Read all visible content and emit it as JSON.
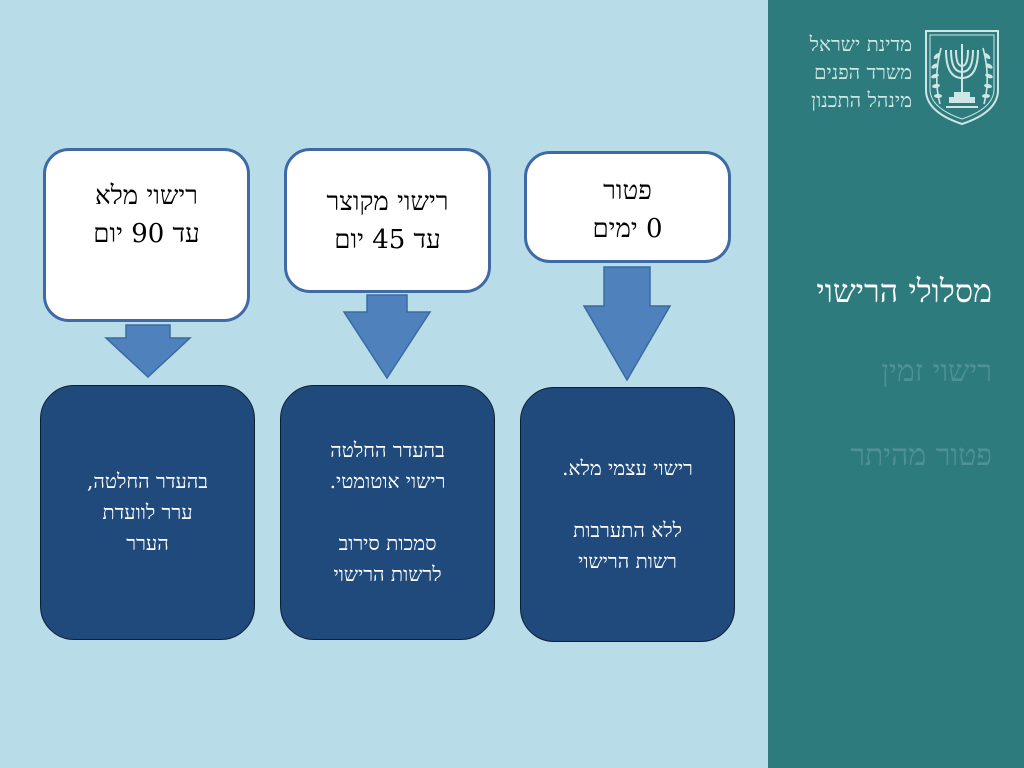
{
  "header": {
    "lines": [
      "מדינת ישראל",
      "משרד הפנים",
      "מינהל התכנון"
    ]
  },
  "nav": {
    "items": [
      {
        "label": "מסלולי הרישוי",
        "active": true
      },
      {
        "label": "רישוי זמין",
        "active": false
      },
      {
        "label": "פטור מהיתר",
        "active": false
      }
    ]
  },
  "tracks": [
    {
      "title": "רישוי מלא",
      "duration": "עד 90 יום",
      "outcome": [
        "בהעדר החלטה,",
        "ערר לוועדת",
        "הערר"
      ]
    },
    {
      "title": "רישוי מקוצר",
      "duration": "עד 45 יום",
      "outcome": [
        "בהעדר החלטה",
        "רישוי אוטומטי.",
        "",
        "סמכות סירוב",
        "לרשות הרישוי"
      ]
    },
    {
      "title": "פטור",
      "duration": "0 ימים",
      "outcome": [
        "רישוי עצמי מלא.",
        "",
        "ללא התערבות",
        "רשות הרישוי"
      ]
    }
  ],
  "colors": {
    "background": "#b8dde8",
    "sidebar": "#2e7b7e",
    "box_border": "#3f6aa6",
    "outcome_fill": "#214a7c",
    "arrow_fill": "#4f81bd"
  }
}
